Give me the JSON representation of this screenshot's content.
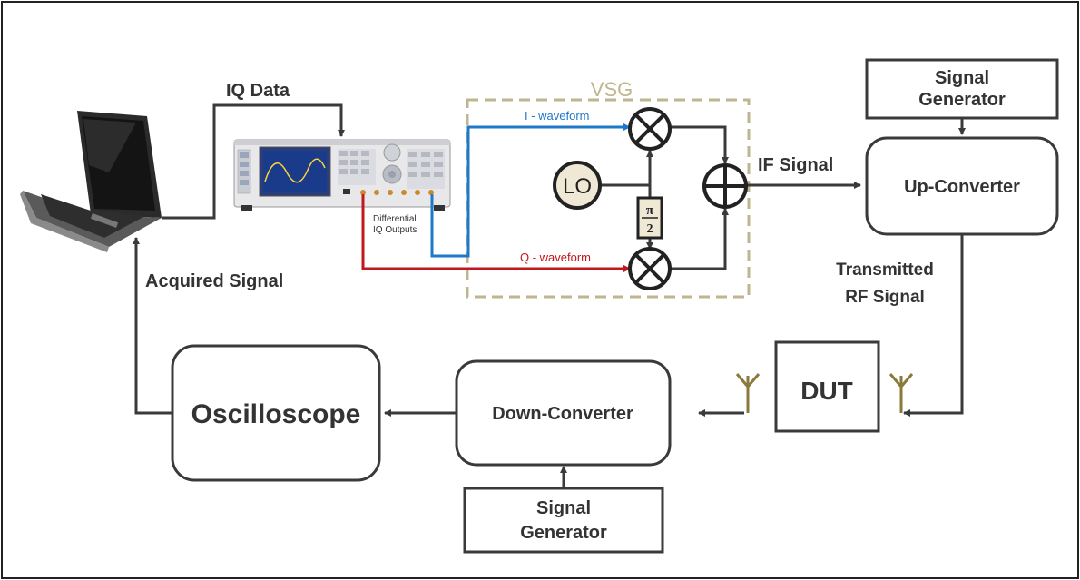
{
  "labels": {
    "iq_data": "IQ Data",
    "vsg": "VSG",
    "i_waveform": "I - waveform",
    "q_waveform": "Q - waveform",
    "lo": "LO",
    "pi": "π",
    "two": "2",
    "if_signal": "IF Signal",
    "signal_generator_top_1": "Signal",
    "signal_generator_top_2": "Generator",
    "up_converter": "Up-Converter",
    "transmitted_1": "Transmitted",
    "transmitted_2": "RF Signal",
    "dut": "DUT",
    "down_converter": "Down-Converter",
    "oscilloscope": "Oscilloscope",
    "signal_generator_bottom_1": "Signal",
    "signal_generator_bottom_2": "Generator",
    "acquired_signal": "Acquired Signal",
    "differential_1": "Differential",
    "differential_2": "IQ Outputs"
  },
  "colors": {
    "i_path": "#1f78c8",
    "q_path": "#c0181f",
    "vsg_border": "#bfb58f",
    "box_border": "#3a3a3a",
    "lo_fill": "#efe8d5",
    "text": "#333333"
  }
}
